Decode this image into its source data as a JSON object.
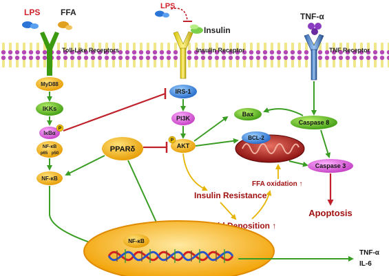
{
  "ligands": {
    "lps_left": "LPS",
    "ffa": "FFA",
    "lps_top": "LPS",
    "insulin": "Insulin",
    "tnf": "TNF-α"
  },
  "receptors": {
    "tlr": "Toll-Like Receptors",
    "insulin_receptor": "Insulin Receptor",
    "tnf_receptor": "TNF Receptor"
  },
  "nodes": {
    "myd88": "MyD88",
    "ikks": "IKKs",
    "ikba": "IκBα",
    "p_badge": "P",
    "nfkb_complex": "NF-κB",
    "p65": "p65",
    "p50": "p50",
    "nfkb": "NF-κB",
    "irs1": "IRS-1",
    "pi3k": "PI3K",
    "akt": "AKT",
    "ppard": "PPARδ",
    "bax": "Bax",
    "bcl2": "BCL-2",
    "caspase8": "Caspase 8",
    "caspase3": "Caspase 3",
    "nucleus_nfkb": "NF-κB"
  },
  "outcomes": {
    "insulin_resistance": "Insulin Resistance",
    "lipid_deposition": "Lipid Deposition ↑",
    "ffa_oxidation": "FFA oxidation ↑",
    "apoptosis": "Apoptosis",
    "tnf_out": "TNF-α",
    "il6_out": "IL-6"
  },
  "colors": {
    "green_arrow": "#3a9d23",
    "red_inhibit": "#c0202a",
    "yellow_arrow": "#e6b400",
    "text_red": "#a01010",
    "membrane": "#e8d84a",
    "membrane_heads": "#b347b3"
  }
}
